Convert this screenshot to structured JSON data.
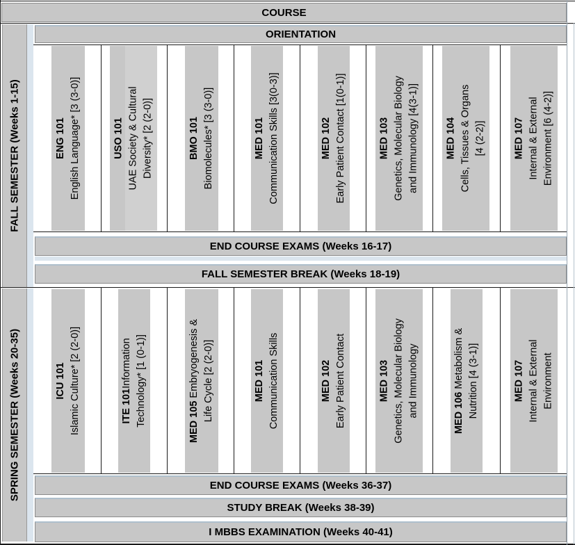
{
  "header": {
    "course": "COURSE",
    "orientation": "ORIENTATION"
  },
  "fall": {
    "label": "FALL SEMESTER (Weeks 1-15)",
    "courses": [
      {
        "code": "ENG 101",
        "lines": [
          "English Language* [3 (3-0)]"
        ]
      },
      {
        "code": "USO 101",
        "lines": [
          "UAE Society & Cultural",
          "Diversity* [2 (2-0)]"
        ]
      },
      {
        "code": "BMO 101",
        "lines": [
          "Biomolecules* [3 (3-0)]"
        ]
      },
      {
        "code": "MED 101",
        "lines": [
          "Communication Skills [3(0-3)]"
        ]
      },
      {
        "code": "MED 102",
        "lines": [
          "Early Patient Contact [1(0-1)]"
        ]
      },
      {
        "code": "MED 103",
        "lines": [
          "Genetics, Molecular Biology",
          "and Immunology [4(3-1)]"
        ]
      },
      {
        "code": "MED 104",
        "lines": [
          "Cells, Tissues & Organs",
          "[4 (2-2)]"
        ]
      },
      {
        "code": "MED 107",
        "lines": [
          "Internal & External",
          "Environment [6 (4-2)]"
        ]
      }
    ],
    "exams": "END COURSE EXAMS (Weeks 16-17)",
    "break": "FALL SEMESTER BREAK (Weeks 18-19)"
  },
  "spring": {
    "label": "SPRING SEMESTER (Weeks 20-35)",
    "courses": [
      {
        "code": "ICU 101",
        "lines": [
          "Islamic Culture* [2 (2-0)]"
        ]
      },
      {
        "code": "ITE 101",
        "first_suffix": "Information",
        "lines": [
          "Technology* [1 (0-1)]"
        ]
      },
      {
        "code": "MED 105",
        "first_suffix": " Embryogenesis &",
        "lines": [
          "Life Cycle [2 (2-0)]"
        ]
      },
      {
        "code": "MED 101",
        "lines": [
          "Communication Skills"
        ]
      },
      {
        "code": "MED 102",
        "lines": [
          "Early Patient Contact"
        ]
      },
      {
        "code": "MED 103",
        "lines": [
          "Genetics, Molecular Biology",
          "and Immunology"
        ]
      },
      {
        "code": "MED 106",
        "first_suffix": " Metabolism &",
        "lines": [
          "Nutrition [4 (3-1)]"
        ]
      },
      {
        "code": "MED 107",
        "lines": [
          "Internal & External",
          "Environment"
        ]
      }
    ],
    "exams": "END COURSE EXAMS (Weeks 36-37)",
    "study_break": "STUDY BREAK (Weeks 38-39)",
    "mbbs": "I MBBS EXAMINATION (Weeks 40-41)"
  }
}
